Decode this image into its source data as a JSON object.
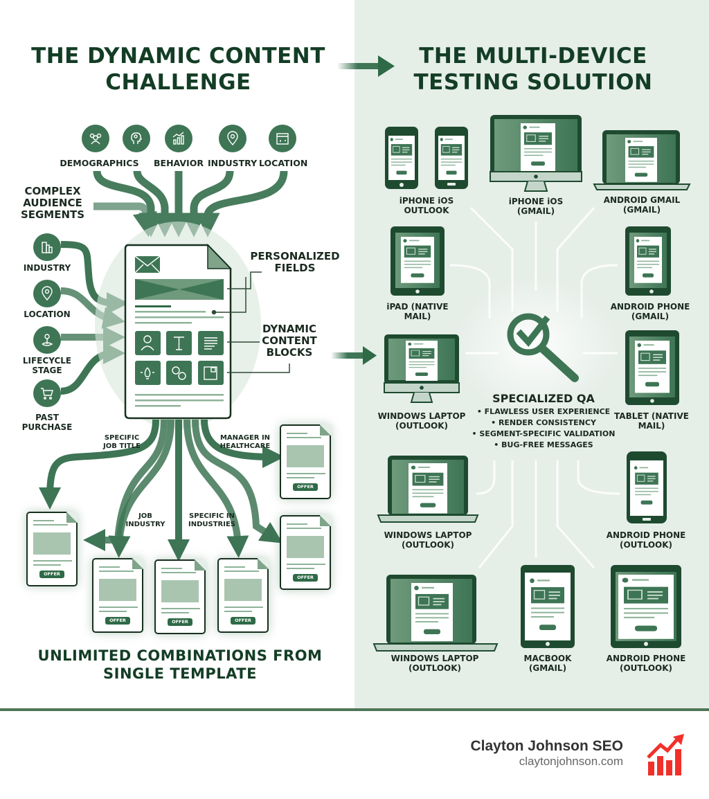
{
  "left": {
    "title": "THE DYNAMIC CONTENT CHALLENGE",
    "top_segments": [
      {
        "label": "DEMOGRAPHICS",
        "icon": "people-icon"
      },
      {
        "label": "",
        "icon": "head-gear-icon"
      },
      {
        "label": "BEHAVIOR",
        "icon": "chart-up-icon"
      },
      {
        "label": "INDUSTRY",
        "icon": "location-pin-icon"
      },
      {
        "label": "LOCATION",
        "icon": "map-icon"
      }
    ],
    "complex_label": "COMPLEX AUDIENCE SEGMENTS",
    "side_segments": [
      {
        "label": "INDUSTRY",
        "icon": "buildings-icon"
      },
      {
        "label": "LOCATION",
        "icon": "location-pin-icon"
      },
      {
        "label": "LIFECYCLE STAGE",
        "icon": "tree-icon"
      },
      {
        "label": "PAST PURCHASE",
        "icon": "cart-icon"
      }
    ],
    "template_callouts": {
      "personalized": "PERSONALIZED FIELDS",
      "dynamic": "DYNAMIC CONTENT BLOCKS"
    },
    "branch_labels": {
      "job_title": "SPECIFIC JOB TITLE",
      "manager": "MANAGER IN HEALTHCARE",
      "job_industry": "JOB INDUSTRY",
      "specific_industries": "SPECIFIC IN INDUSTRIES"
    },
    "offers": [
      {
        "button": "OFFER",
        "icon": "clipboard-person"
      },
      {
        "button": "OFFER",
        "icon": "person-chart"
      },
      {
        "button": "OFFER",
        "icon": "money-hand"
      },
      {
        "button": "OFFER",
        "icon": "image-network"
      },
      {
        "button": "OFFER",
        "icon": "doctor-shield"
      },
      {
        "button": "OFFER",
        "icon": "businessman-briefcase"
      }
    ],
    "bottom_title": "UNLIMITED COMBINATIONS FROM SINGLE TEMPLATE"
  },
  "right": {
    "title": "THE MULTI-DEVICE TESTING SOLUTION",
    "devices": [
      {
        "label": "iPHONE iOS OUTLOOK",
        "type": "phones"
      },
      {
        "label": "iPHONE iOS (GMAIL)",
        "type": "monitor"
      },
      {
        "label": "ANDROID GMAIL (GMAIL)",
        "type": "laptop"
      },
      {
        "label": "iPAD (NATIVE MAIL)",
        "type": "tablet"
      },
      {
        "label": "ANDROID PHONE (GMAIL)",
        "type": "tablet"
      },
      {
        "label": "WINDOWS LAPTOP (OUTLOOK)",
        "type": "monitor"
      },
      {
        "label": "TABLET (NATIVE MAIL)",
        "type": "tablet"
      },
      {
        "label": "WINDOWS LAPTOP (OUTLOOK)",
        "type": "laptop"
      },
      {
        "label": "ANDROID PHONE (OUTLOOK)",
        "type": "phone"
      },
      {
        "label": "WINDOWS LAPTOP (OUTLOOK)",
        "type": "laptop"
      },
      {
        "label": "MACBOOK (GMAIL)",
        "type": "tablet"
      },
      {
        "label": "ANDROID PHONE (OUTLOOK)",
        "type": "tablet"
      }
    ],
    "qa": {
      "title": "SPECIALIZED QA",
      "items": [
        "• FLAWLESS USER EXPERIENCE",
        "• RENDER CONSISTENCY",
        "• SEGMENT-SPECIFIC VALIDATION",
        "• BUG-FREE MESSAGES"
      ]
    }
  },
  "footer": {
    "brand": "Clayton Johnson SEO",
    "url": "claytonjohnson.com"
  },
  "colors": {
    "primary_green": "#3e7555",
    "dark_green": "#133d25",
    "right_bg": "#e6eee8",
    "divider": "#4e7657",
    "logo_red": "#f2302a"
  }
}
